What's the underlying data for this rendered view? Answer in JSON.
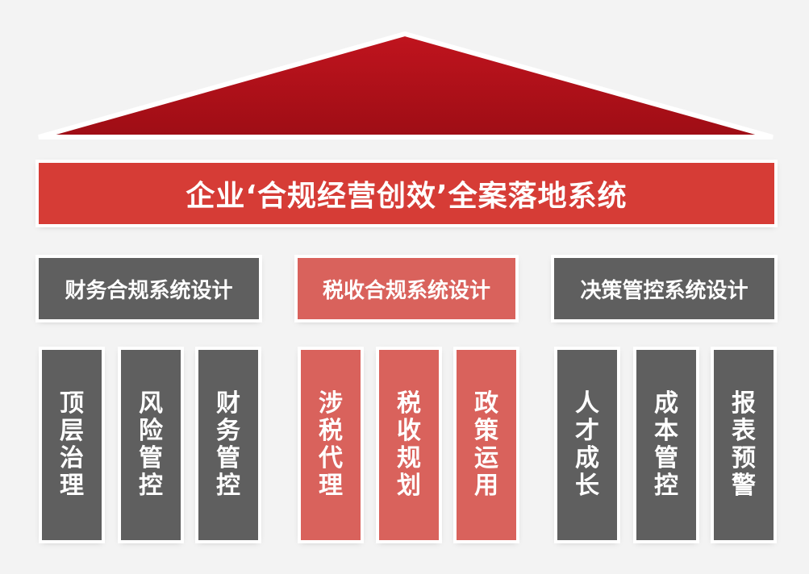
{
  "colors": {
    "roof": "#b0101a",
    "banner": "#d63c36",
    "gray": "#5f5f5f",
    "red": "#d9625c"
  },
  "banner": {
    "title": "企业‘合规经营创效’全案落地系统"
  },
  "groups": [
    {
      "title": "财务合规系统设计",
      "color": "gray",
      "pillars": [
        "顶层治理",
        "风险管控",
        "财务管控"
      ]
    },
    {
      "title": "税收合规系统设计",
      "color": "red",
      "pillars": [
        "涉税代理",
        "税收规划",
        "政策运用"
      ]
    },
    {
      "title": "决策管控系统设计",
      "color": "gray",
      "pillars": [
        "人才成长",
        "成本管控",
        "报表预警"
      ]
    }
  ]
}
